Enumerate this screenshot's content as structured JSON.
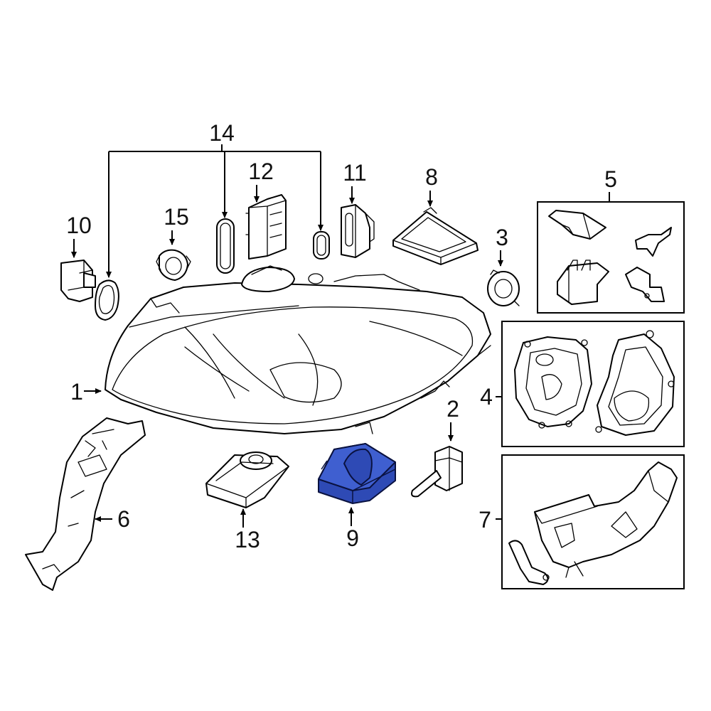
{
  "colors": {
    "highlight": "#2e4ab5",
    "highlight_light": "#3f5fd0",
    "line": "#000000",
    "background": "#ffffff"
  },
  "callouts": {
    "c1": "1",
    "c2": "2",
    "c3": "3",
    "c4": "4",
    "c5": "5",
    "c6": "6",
    "c7": "7",
    "c8": "8",
    "c9": "9",
    "c10": "10",
    "c11": "11",
    "c12": "12",
    "c13": "13",
    "c14": "14",
    "c15": "15"
  },
  "highlighted_part": "9"
}
